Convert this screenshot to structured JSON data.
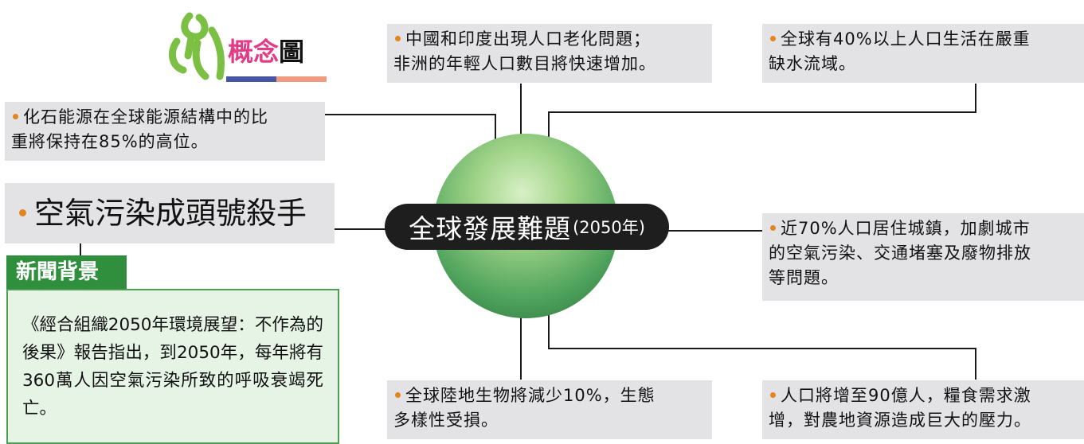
{
  "logo": {
    "text_pink": "概念",
    "text_black": "圖"
  },
  "center": {
    "title": "全球發展難題",
    "year": "(2050年)"
  },
  "nodes": {
    "aging": {
      "line1": "中國和印度出現人口老化問題；",
      "line2": "非洲的年輕人口數目將快速增加。"
    },
    "water": {
      "line1": "全球有40%以上人口生活在嚴重",
      "line2": "缺水流域。"
    },
    "fossil": {
      "line1": "化石能源在全球能源結構中的比",
      "line2": "重將保持在85%的高位。"
    },
    "air": {
      "headline": "空氣污染成頭號殺手"
    },
    "urban": {
      "line1": "近70%人口居住城鎮，加劇城市",
      "line2": "的空氣污染、交通堵塞及廢物排放",
      "line3": "等問題。"
    },
    "biodiversity": {
      "line1": "全球陸地生物將減少10%，生態",
      "line2": "多樣性受損。"
    },
    "food": {
      "line1": "人口將增至90億人，糧食需求激",
      "line2": "增，對農地資源造成巨大的壓力。"
    }
  },
  "news": {
    "header": "新聞背景",
    "body": "《經合組織2050年環境展望：不作為的後果》報告指出，到2050年，每年將有360萬人因空氣污染所致的呼吸衰竭死亡。"
  }
}
